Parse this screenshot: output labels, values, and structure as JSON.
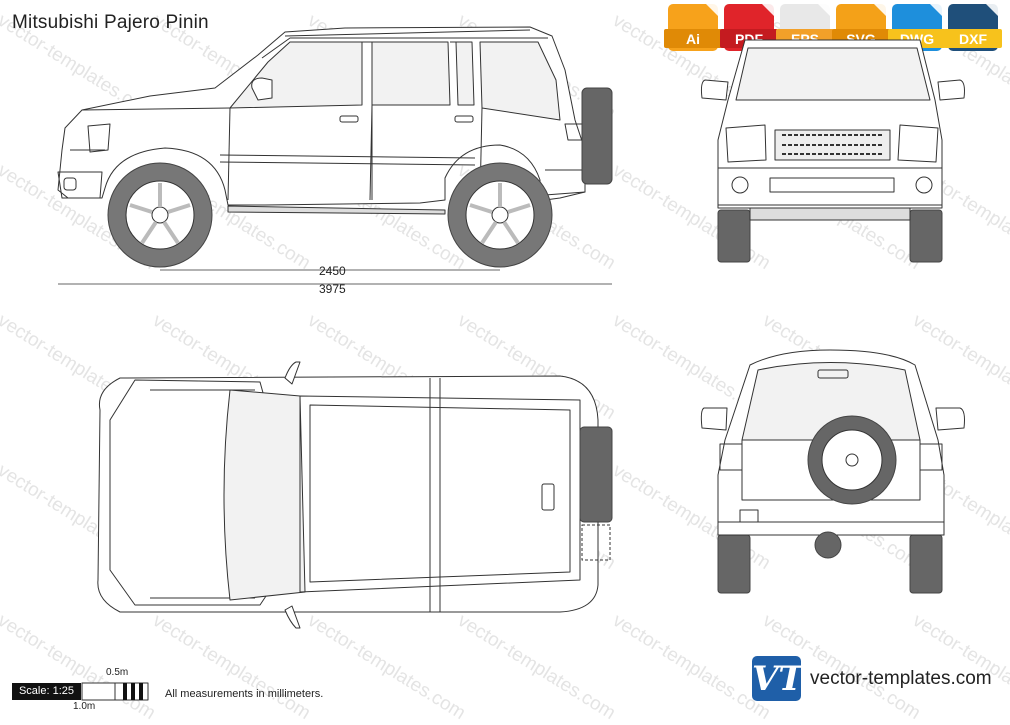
{
  "title": "Mitsubishi Pajero Pinin",
  "formats": [
    {
      "label": "Ai",
      "color": "#f7a21b",
      "band": "#e08a06"
    },
    {
      "label": "PDF",
      "color": "#e0242a",
      "band": "#c41b20"
    },
    {
      "label": "EPS",
      "color": "#e8e8e8",
      "band": "#f2a029"
    },
    {
      "label": "SVG",
      "color": "#f4a118",
      "band": "#e08a06"
    },
    {
      "label": "DWG",
      "color": "#1e8fdc",
      "band": "#f7c21c"
    },
    {
      "label": "DXF",
      "color": "#1f4f7a",
      "band": "#f7c21c"
    }
  ],
  "dimensions": {
    "wheelbase": "2450",
    "length": "3975"
  },
  "scale": {
    "label": "Scale: 1:25",
    "half_meter": "0.5m",
    "one_meter": "1.0m"
  },
  "note": "All measurements in millimeters.",
  "brand": {
    "logo": "VT",
    "name": "vector-templates.com"
  },
  "watermark": "vector-templates.com"
}
